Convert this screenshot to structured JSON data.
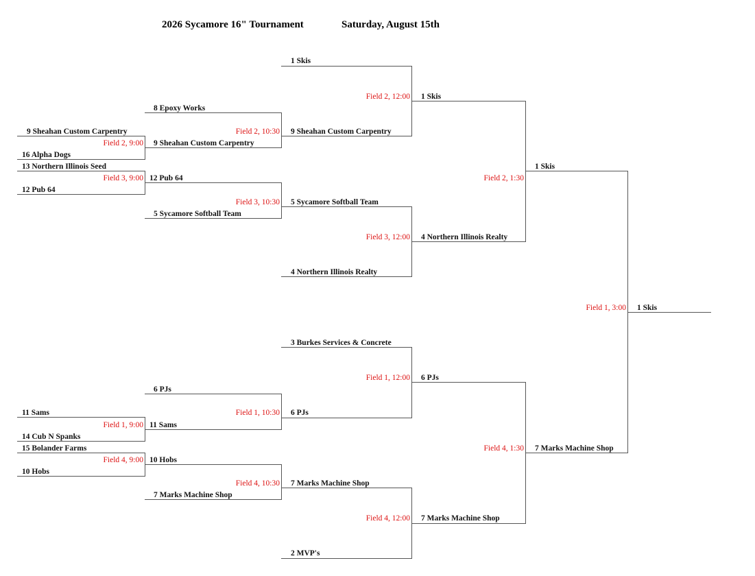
{
  "header": {
    "title": "2026 Sycamore 16\" Tournament",
    "date": "Saturday, August 15th"
  },
  "colors": {
    "line": "#555555",
    "team_text": "#111111",
    "game_text": "#dd1111"
  },
  "rounds": [
    {
      "name": "round-1",
      "games": [
        {
          "top": "9 Sheahan Custom Carpentry",
          "bottom": "16 Alpha Dogs",
          "game": "Field 2, 9:00"
        },
        {
          "top": "13 Northern Illinois Seed",
          "bottom": "12 Pub 64",
          "game": "Field 3, 9:00"
        },
        {
          "top": "11 Sams",
          "bottom": "14 Cub N Spanks",
          "game": "Field 1, 9:00"
        },
        {
          "top": "15 Bolander Farms",
          "bottom": "10 Hobs",
          "game": "Field 4, 9:00"
        }
      ]
    },
    {
      "name": "round-2",
      "games": [
        {
          "top": "8 Epoxy Works",
          "bottom": "9 Sheahan Custom Carpentry",
          "game": "Field 2, 10:30"
        },
        {
          "top": "12 Pub 64",
          "bottom": "5 Sycamore Softball Team",
          "game": "Field 3, 10:30"
        },
        {
          "top": "6 PJs",
          "bottom": "11 Sams",
          "game": "Field 1, 10:30"
        },
        {
          "top": "10 Hobs",
          "bottom": "7 Marks Machine Shop",
          "game": "Field 4, 10:30"
        }
      ]
    },
    {
      "name": "round-3",
      "games": [
        {
          "top": "1 Skis",
          "bottom": "9 Sheahan Custom Carpentry",
          "game": "Field 2, 12:00"
        },
        {
          "top": "5 Sycamore Softball Team",
          "bottom": "4 Northern Illinois Realty",
          "game": "Field 3, 12:00"
        },
        {
          "top": "3 Burkes Services & Concrete",
          "bottom": "6 PJs",
          "game": "Field 1, 12:00"
        },
        {
          "top": "7 Marks Machine Shop",
          "bottom": "2 MVP's",
          "game": "Field 4, 12:00"
        }
      ]
    },
    {
      "name": "round-4",
      "games": [
        {
          "top": "1 Skis",
          "bottom": "4 Northern Illinois Realty",
          "game": "Field 2, 1:30"
        },
        {
          "top": "6 PJs",
          "bottom": "7 Marks Machine Shop",
          "game": "Field 4, 1:30"
        }
      ]
    },
    {
      "name": "round-5",
      "games": [
        {
          "top": "1 Skis",
          "bottom": "7 Marks Machine Shop",
          "game": "Field 1, 3:00"
        }
      ]
    }
  ],
  "champion": "1 Skis"
}
